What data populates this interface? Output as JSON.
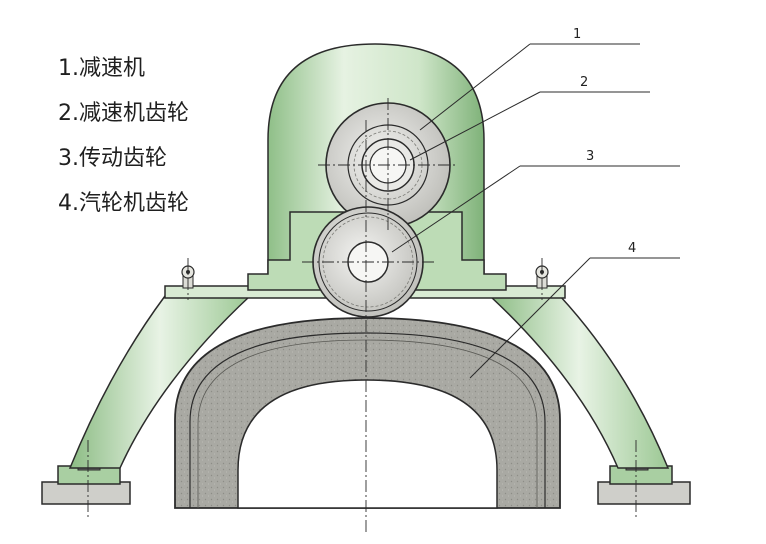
{
  "legend": [
    "1.减速机",
    "2.减速机齿轮",
    "3.传动齿轮",
    "4.汽轮机齿轮"
  ],
  "callouts": [
    "1",
    "2",
    "3",
    "4"
  ],
  "colors": {
    "housing_green": "#c9e3c2",
    "housing_dark": "#5f8f5a",
    "gear_gray": "#dcdcd8",
    "turbine_gear": "#a6a6a0",
    "line": "#2b2b2b"
  }
}
